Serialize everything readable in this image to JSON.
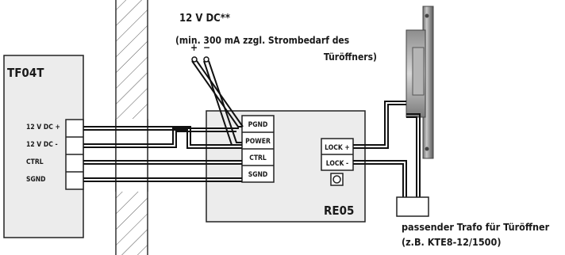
{
  "supply": {
    "title": "12 V DC**",
    "note_line1": "(min. 300 mA zzgl. Strombedarf des",
    "note_line2": "Türöffners)",
    "plus": "+",
    "minus": "−"
  },
  "tf04t": {
    "title": "TF04T",
    "terminals": [
      "12 V DC +",
      "12 V DC -",
      "CTRL",
      "SGND"
    ]
  },
  "re05": {
    "title": "RE05",
    "inputs": [
      "PGND",
      "POWER",
      "CTRL",
      "SGND"
    ],
    "outputs": [
      "LOCK +",
      "LOCK -"
    ]
  },
  "transformer": {
    "line1": "passender Trafo für Türöffner",
    "line2": "(z.B. KTE8-12/1500)"
  }
}
